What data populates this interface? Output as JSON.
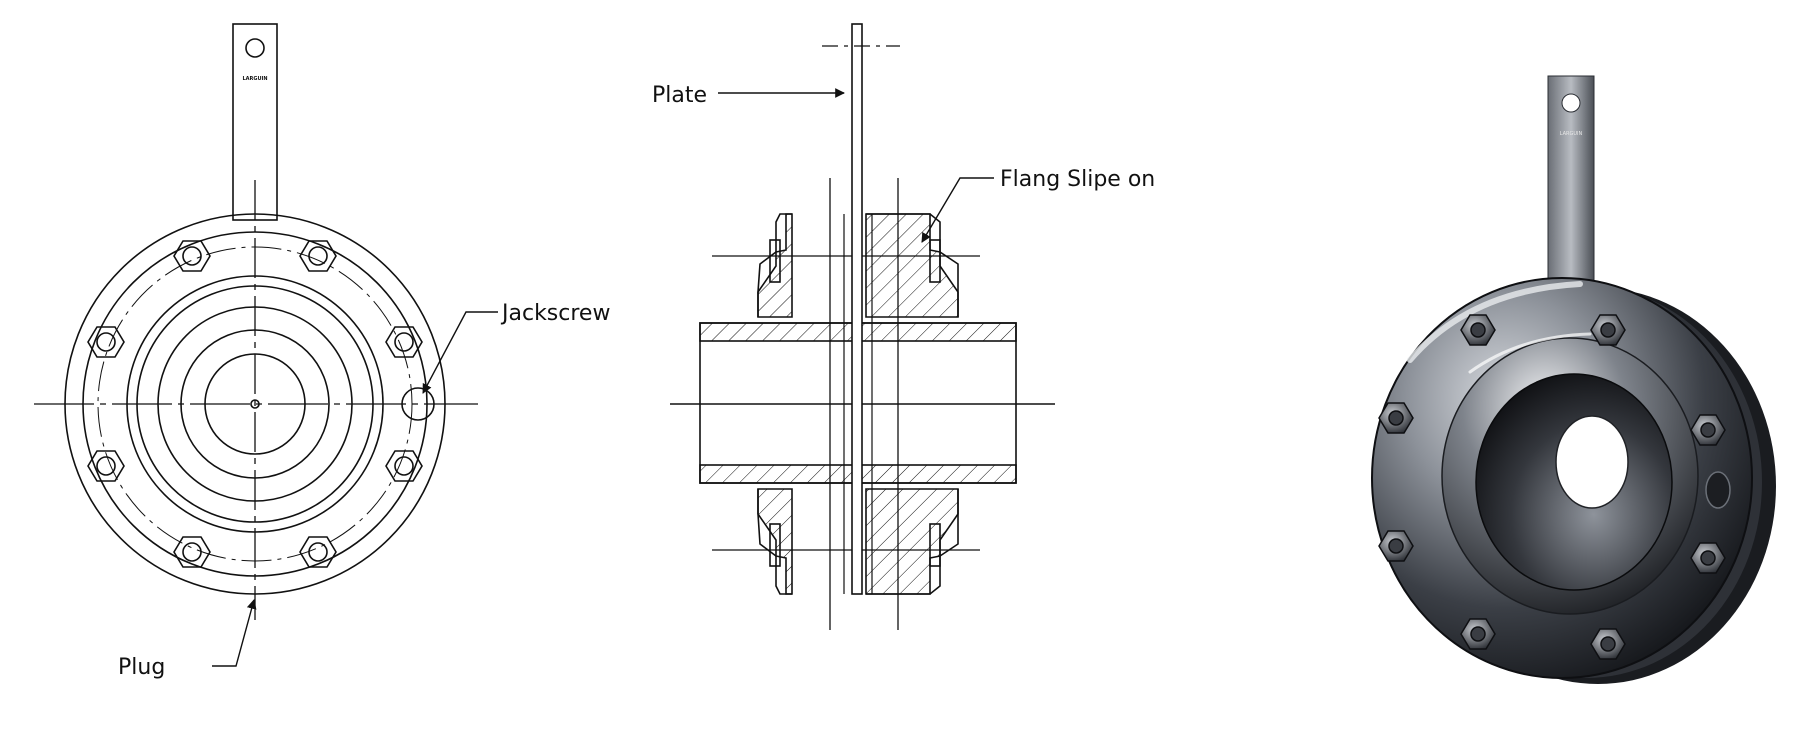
{
  "labels": {
    "plate": "Plate",
    "flange_slip_on": "Flang Slipe on",
    "jackscrew": "Jackscrew",
    "plug": "Plug",
    "handle_brand": "LARGUIN"
  },
  "colors": {
    "line": "#111111",
    "steel_dark": "#2a2d33",
    "steel_mid": "#6d727a",
    "steel_light": "#d8dbe0"
  }
}
